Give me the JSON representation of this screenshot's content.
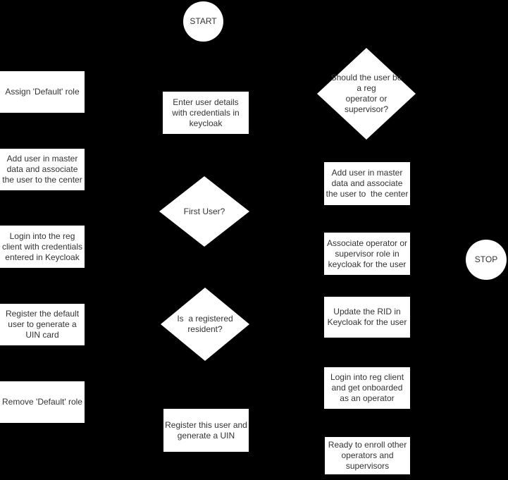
{
  "colors": {
    "background": "#000000",
    "node_fill": "#ffffff",
    "text": "#333333"
  },
  "flowchart": {
    "terminators": {
      "start": {
        "label": "START"
      },
      "stop": {
        "label": "STOP"
      }
    },
    "decisions": {
      "first_user": {
        "label": "First User?"
      },
      "registered_resident": {
        "label": "Is  a registered\nresident?"
      },
      "operator_or_supervisor": {
        "label": "Should the user be\na reg\noperator or\nsupervisor?"
      }
    },
    "left_column": {
      "assign_default_role": {
        "label": "Assign 'Default' role"
      },
      "add_user_master_data": {
        "label": "Add user in master\ndata and associate\nthe user to the center"
      },
      "login_reg_client": {
        "label": "Login into the reg\nclient with credentials\nentered in Keycloak"
      },
      "register_default_user": {
        "label": "Register the default\nuser to generate a\nUIN card"
      },
      "remove_default_role": {
        "label": "Remove 'Default' role"
      }
    },
    "middle_column": {
      "enter_user_details": {
        "label": "Enter user details\nwith credentials in\nkeycloak"
      },
      "register_this_user": {
        "label": "Register this user and\ngenerate a UIN"
      }
    },
    "right_column": {
      "add_user_master_data": {
        "label": "Add user in master\ndata and associate\nthe user to  the center"
      },
      "associate_role": {
        "label": "Associate operator or\nsupervisor role in\nkeycloak for the user"
      },
      "update_rid": {
        "label": "Update the RID in\nKeycloak for the user"
      },
      "login_onboard": {
        "label": "Login into reg client\nand get onboarded\nas an operator"
      },
      "ready_to_enroll": {
        "label": "Ready to enroll other\noperators and\nsupervisors"
      }
    }
  }
}
